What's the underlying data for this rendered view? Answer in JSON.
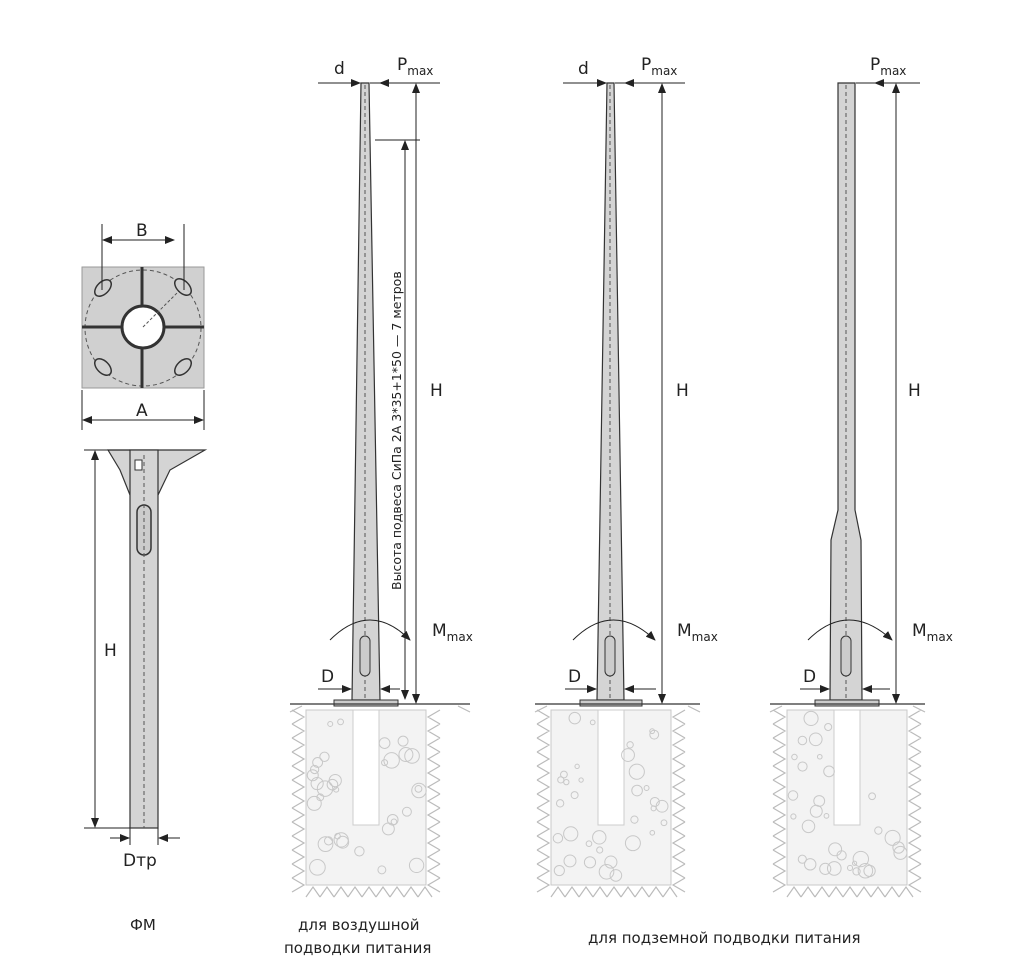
{
  "labels": {
    "flange_B": "B",
    "flange_A": "A",
    "height": "H",
    "pipe_diameter": "Dтр",
    "top_diameter": "d",
    "base_diameter": "D",
    "force": "P",
    "force_sub": "max",
    "moment": "M",
    "moment_sub": "max",
    "suspension_height": "Высота подвеса СиПа 2А 3*35+1*50 — 7 метров"
  },
  "captions": {
    "fm": "ФМ",
    "overhead_line1": "для воздушной",
    "overhead_line2": "подводки питания",
    "underground": "для подземной подводки питания"
  }
}
